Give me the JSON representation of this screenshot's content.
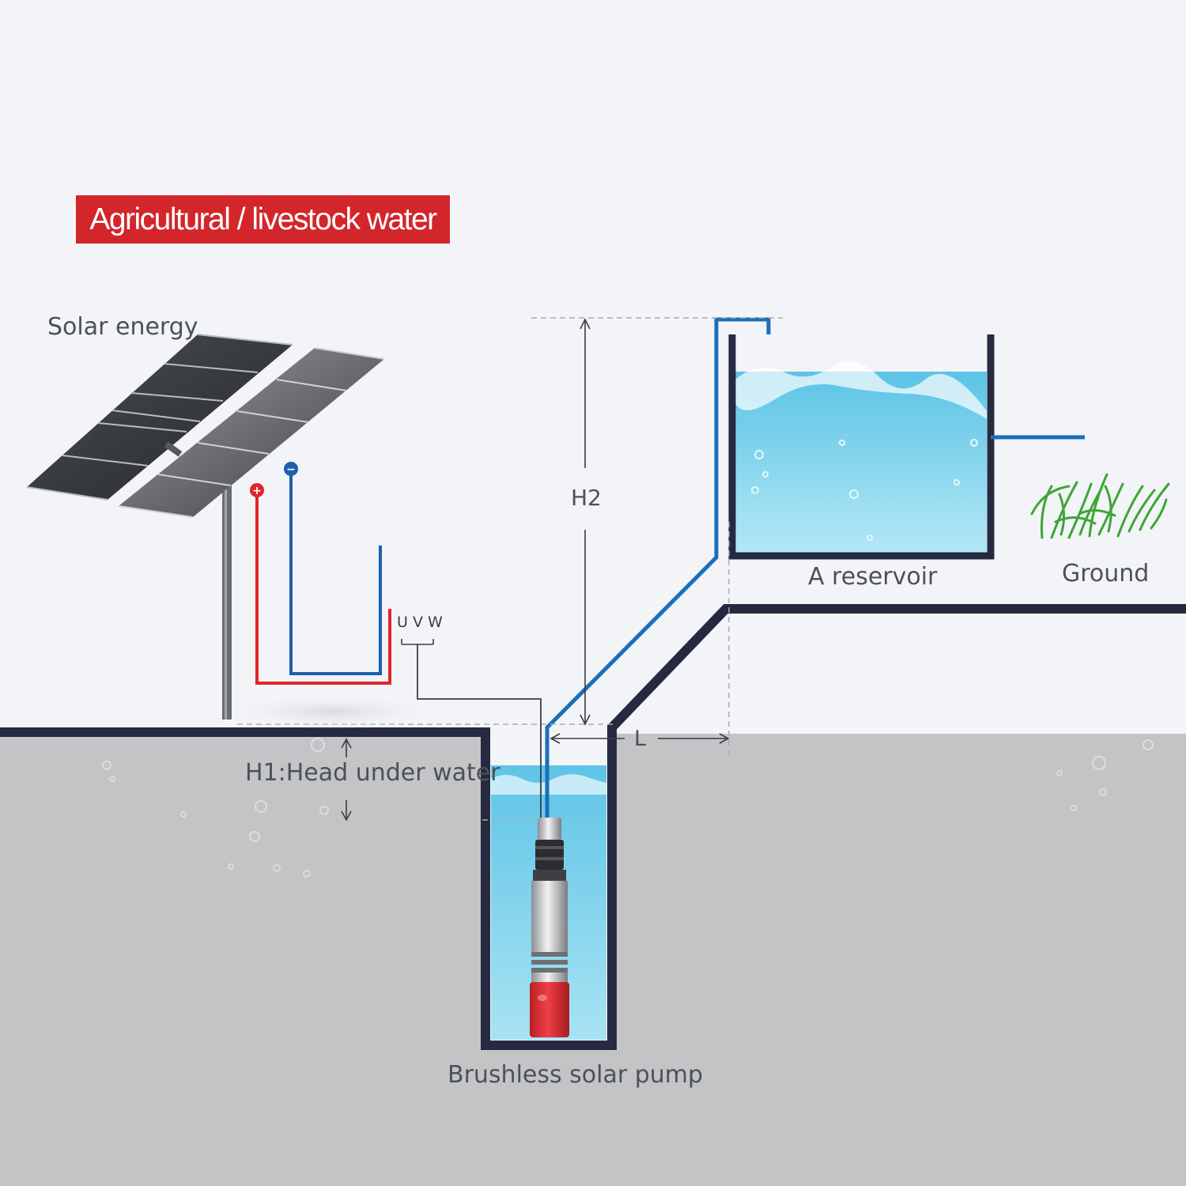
{
  "title": "Agricultural / livestock water",
  "labels": {
    "solar": "Solar energy",
    "uvw": "U V W",
    "h2": "H2",
    "reservoir": "A reservoir",
    "ground": "Ground",
    "l": "L",
    "h1": "H1:Head under water",
    "pump": "Brushless solar pump",
    "plus": "+",
    "minus": "−"
  },
  "colors": {
    "banner": "#d2262b",
    "wall": "#262a40",
    "pipe": "#1b6fb8",
    "positive": "#e0252c",
    "negative": "#1d5fae",
    "ground_fill": "#c3c4c6",
    "sky": "#f2f4f8",
    "water": "#8dd6ec",
    "grass": "#3fa535"
  }
}
